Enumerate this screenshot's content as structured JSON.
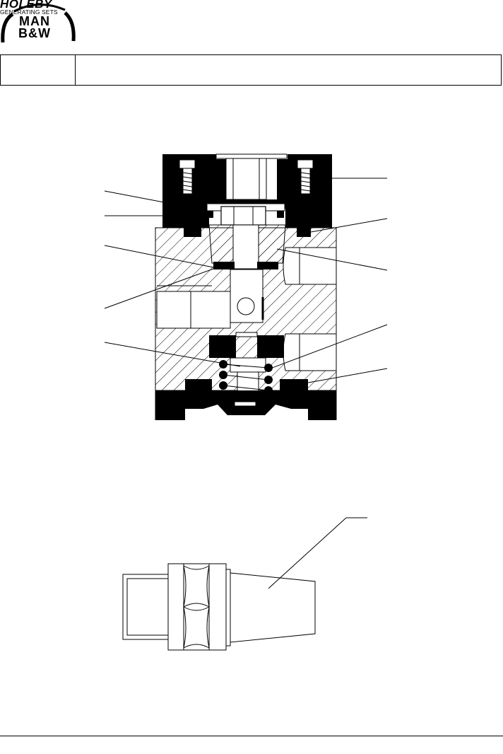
{
  "logo": {
    "top": "HOLEBY",
    "sub": "GENERATING SETS",
    "main_line1": "MAN",
    "main_line2": "B&W"
  },
  "header": {
    "left_cell": "",
    "right_cell": ""
  },
  "colors": {
    "ink": "#000000",
    "paper": "#ffffff"
  }
}
